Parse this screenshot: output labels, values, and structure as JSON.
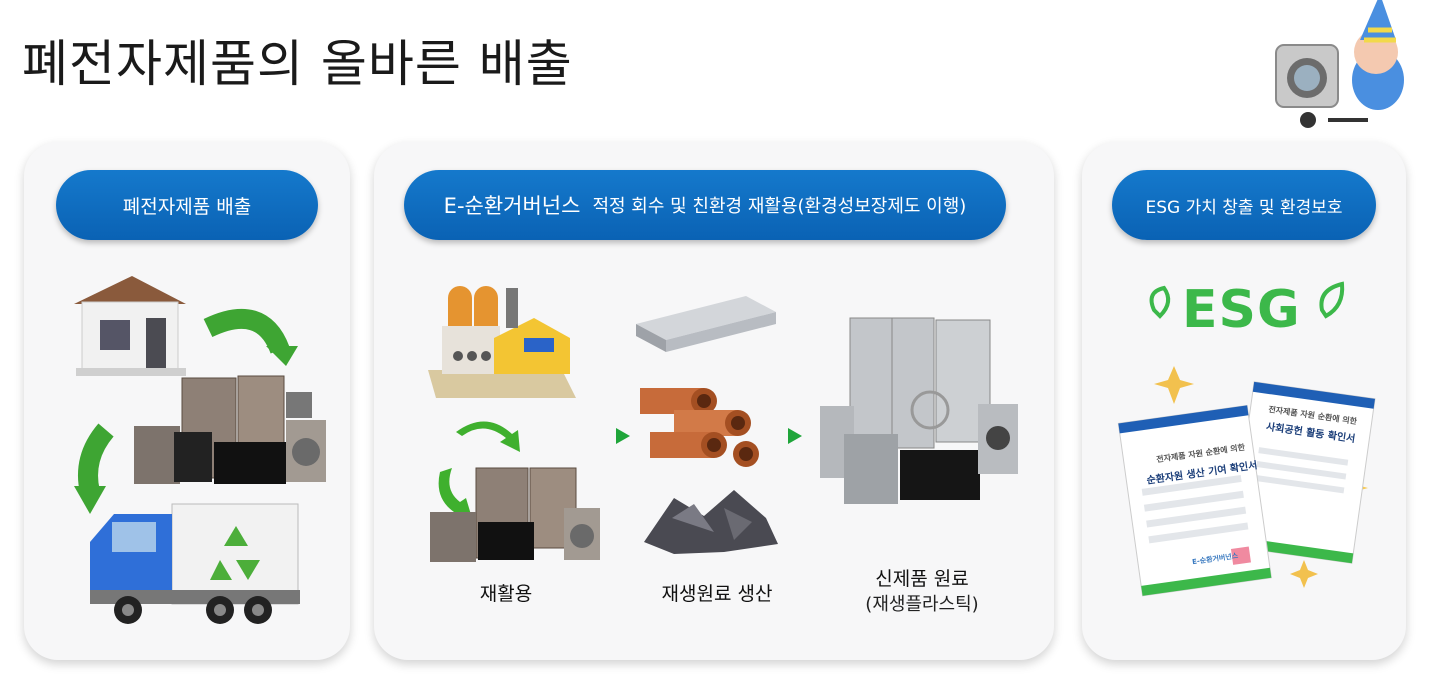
{
  "page": {
    "title": "폐전자제품의 올바른 배출"
  },
  "panels": {
    "disposal": {
      "pill": "폐전자제품 배출"
    },
    "circulation": {
      "pill_strong": "E-순환거버넌스",
      "pill_rest": "적정 회수 및 친환경 재활용(환경성보장제도 이행)",
      "steps": [
        {
          "label": "재활용"
        },
        {
          "label": "재생원료 생산"
        },
        {
          "label": "신제품 원료",
          "sub": "(재생플라스틱)"
        }
      ]
    },
    "esg": {
      "pill": "ESG 가치 창출 및 환경보호",
      "logo_text": "ESG",
      "cert_front": {
        "line1": "전자제품 자원 순환에 의한",
        "line2": "순환자원 생산 기여 확인서"
      },
      "cert_back": {
        "line1": "전자제품 자원 순환에 의한",
        "line2": "사회공헌 활동 확인서"
      },
      "cert_footer": "E-순환거버넌스"
    }
  },
  "colors": {
    "pill": "#0a6bc0",
    "accent_green": "#3cb84a",
    "arrow_green": "#1fa53a"
  },
  "icons": [
    "house-icon",
    "curved-arrow-icon",
    "appliances-icon",
    "truck-icon",
    "recycle-icon",
    "factory-icon",
    "metal-sheet-icon",
    "copper-pipe-icon",
    "scrap-icon",
    "new-appliances-icon",
    "leaf-icon",
    "sparkle-icon",
    "certificate-icon",
    "mascot-icon"
  ]
}
